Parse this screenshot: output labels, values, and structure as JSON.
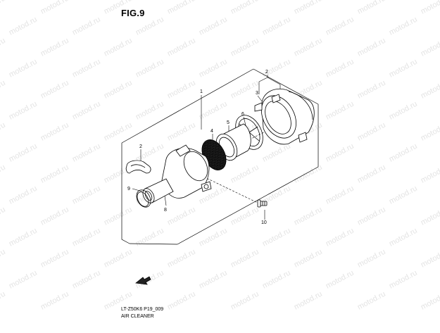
{
  "figure": {
    "title": "FIG.9",
    "part_code": "LT-Z50K6 P19_009",
    "part_name": "AIR CLEANER"
  },
  "watermark": {
    "text": "motod.ru",
    "color": "#e4e4e4"
  },
  "callouts": [
    {
      "id": "1",
      "label": "1"
    },
    {
      "id": "2a",
      "label": "2"
    },
    {
      "id": "2b",
      "label": "2"
    },
    {
      "id": "3",
      "label": "3"
    },
    {
      "id": "4",
      "label": "4"
    },
    {
      "id": "5",
      "label": "5"
    },
    {
      "id": "6",
      "label": "6"
    },
    {
      "id": "8",
      "label": "8"
    },
    {
      "id": "9",
      "label": "9"
    },
    {
      "id": "10",
      "label": "10"
    }
  ],
  "icons": {
    "front_arrow": "front-direction-arrow-icon"
  }
}
